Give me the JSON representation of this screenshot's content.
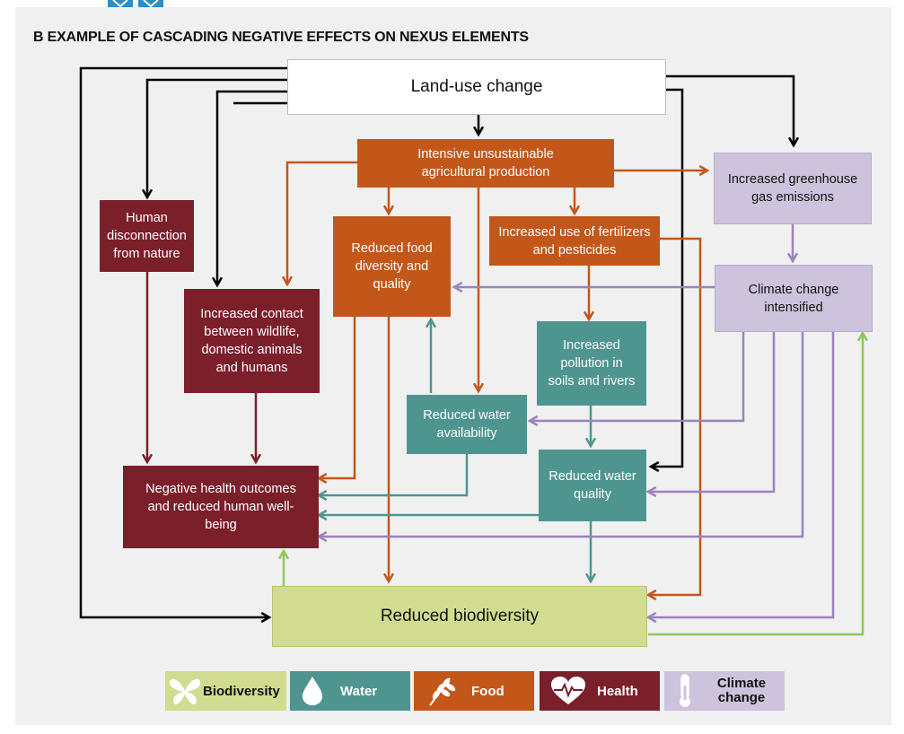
{
  "title": "B EXAMPLE OF CASCADING NEGATIVE EFFECTS ON NEXUS ELEMENTS",
  "colors": {
    "biodiversity": "#d1dc90",
    "water": "#4e9590",
    "food": "#c3571a",
    "health": "#7b1f2b",
    "climate": "#cdc3dc",
    "black_arrow": "#000000",
    "panel_bg": "#f0f0f0"
  },
  "nodes": {
    "land_use": "Land-use change",
    "agri": "Intensive unsustainable agricultural production",
    "ghg": "Increased greenhouse gas emissions",
    "disconnect": "Human disconnection from nature",
    "food_div": "Reduced food diversity and quality",
    "fert": "Increased use of fertilizers and pesticides",
    "climate": "Climate change intensified",
    "contact": "Increased contact between wildlife, domestic animals and humans",
    "pollution": "Increased pollution in soils and rivers",
    "water_avail": "Reduced water availability",
    "water_qual": "Reduced water quality",
    "health": "Negative health outcomes and reduced human well-being",
    "biodiv": "Reduced biodiversity"
  },
  "legend": [
    {
      "label": "Biodiversity",
      "icon": "butterfly-icon"
    },
    {
      "label": "Water",
      "icon": "water-drop-icon"
    },
    {
      "label": "Food",
      "icon": "wheat-icon"
    },
    {
      "label": "Health",
      "icon": "heart-pulse-icon"
    },
    {
      "label": "Climate change",
      "icon": "thermometer-icon"
    }
  ]
}
